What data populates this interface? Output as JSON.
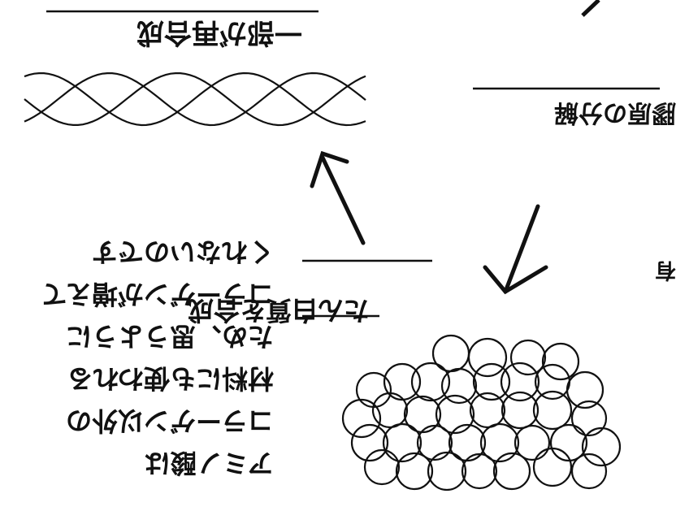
{
  "diagram": {
    "ink_color": "#111111",
    "paper_color": "#ffffff",
    "labels": {
      "top_left": "一部が再合成",
      "top_right": "膠原の分解",
      "center": "たん白質を合成",
      "left_block_lines": [
        "アミノ酸は",
        "コラーゲン以外の",
        "材料にも使われる",
        "ため、思うように",
        "コラーゲンが増えて",
        "くれないのです"
      ]
    },
    "drawing_orientation": "rotated 180 degrees",
    "elements": {
      "triple_helix": "triple-helix",
      "amino_acid_cluster": "amino-acid-cluster"
    }
  }
}
